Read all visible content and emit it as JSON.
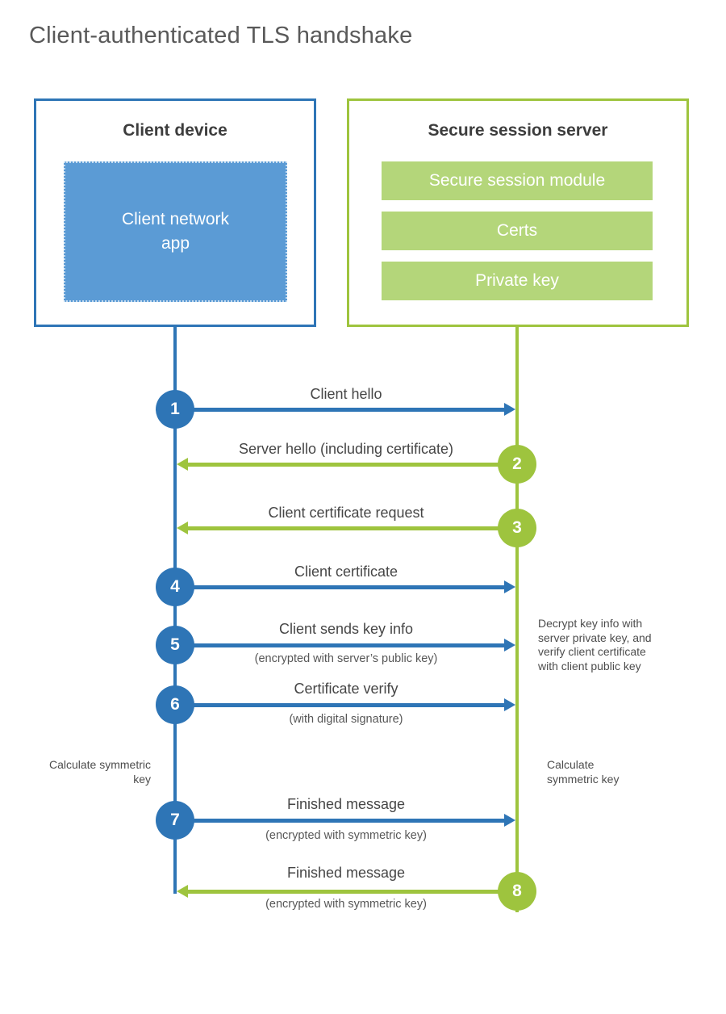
{
  "title": "Client-authenticated TLS handshake",
  "colors": {
    "client_blue": "#2e75b6",
    "client_blue_light": "#5b9bd5",
    "server_green": "#9ec43e",
    "server_green_light": "#b4d67a"
  },
  "client": {
    "title": "Client device",
    "app_label": "Client network app"
  },
  "server": {
    "title": "Secure session server",
    "modules": [
      "Secure session module",
      "Certs",
      "Private key"
    ]
  },
  "messages": [
    {
      "step": "1",
      "from": "client",
      "label": "Client hello",
      "sublabel": ""
    },
    {
      "step": "2",
      "from": "server",
      "label": "Server hello (including certificate)",
      "sublabel": ""
    },
    {
      "step": "3",
      "from": "server",
      "label": "Client certificate request",
      "sublabel": ""
    },
    {
      "step": "4",
      "from": "client",
      "label": "Client certificate",
      "sublabel": ""
    },
    {
      "step": "5",
      "from": "client",
      "label": "Client sends key info",
      "sublabel": "(encrypted with server’s public key)"
    },
    {
      "step": "6",
      "from": "client",
      "label": "Certificate verify",
      "sublabel": "(with digital signature)"
    },
    {
      "step": "7",
      "from": "client",
      "label": "Finished message",
      "sublabel": "(encrypted with symmetric key)"
    },
    {
      "step": "8",
      "from": "server",
      "label": "Finished message",
      "sublabel": "(encrypted with symmetric key)"
    }
  ],
  "annotations": {
    "decrypt_note": "Decrypt key info with server private key, and verify client certificate with client public key",
    "calculate_left": "Calculate symmetric key",
    "calculate_right": "Calculate symmetric key"
  }
}
